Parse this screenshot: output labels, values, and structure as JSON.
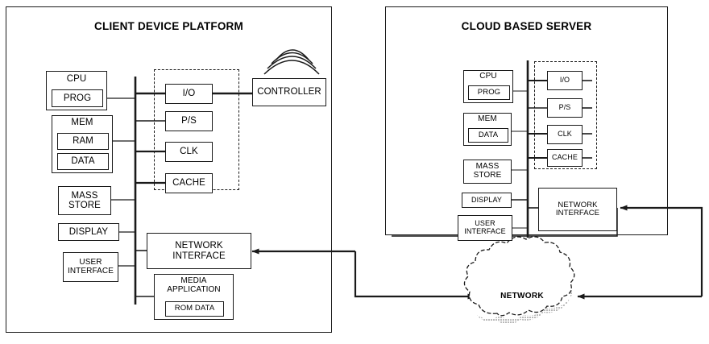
{
  "figure": {
    "type": "block-diagram",
    "panels": [
      {
        "id": "client",
        "title": "CLIENT DEVICE PLATFORM",
        "blocks": [
          {
            "name": "cpu",
            "label": "CPU",
            "inner": "PROG"
          },
          {
            "name": "mem",
            "label": "MEM",
            "inner_1": "RAM",
            "inner_2": "DATA"
          },
          {
            "name": "mass-store",
            "label_1": "MASS",
            "label_2": "STORE"
          },
          {
            "name": "display",
            "label": "DISPLAY"
          },
          {
            "name": "user-interface",
            "label_1": "USER",
            "label_2": "INTERFACE"
          },
          {
            "name": "io",
            "label": "I/O"
          },
          {
            "name": "ps",
            "label": "P/S"
          },
          {
            "name": "clk",
            "label": "CLK"
          },
          {
            "name": "cache",
            "label": "CACHE"
          },
          {
            "name": "controller",
            "label": "CONTROLLER"
          },
          {
            "name": "network-interface",
            "label_1": "NETWORK",
            "label_2": "INTERFACE"
          },
          {
            "name": "media-application",
            "label_1": "MEDIA",
            "label_2": "APPLICATION",
            "inner": "ROM DATA"
          }
        ]
      },
      {
        "id": "server",
        "title": "CLOUD BASED SERVER",
        "blocks": [
          {
            "name": "cpu",
            "label": "CPU",
            "inner": "PROG"
          },
          {
            "name": "mem",
            "label": "MEM",
            "inner": "DATA"
          },
          {
            "name": "mass-store",
            "label_1": "MASS",
            "label_2": "STORE"
          },
          {
            "name": "display",
            "label": "DISPLAY"
          },
          {
            "name": "user-interface",
            "label_1": "USER",
            "label_2": "INTERFACE"
          },
          {
            "name": "io",
            "label": "I/O"
          },
          {
            "name": "ps",
            "label": "P/S"
          },
          {
            "name": "clk",
            "label": "CLK"
          },
          {
            "name": "cache",
            "label": "CACHE"
          },
          {
            "name": "network-interface",
            "label_1": "NETWORK",
            "label_2": "INTERFACE"
          }
        ]
      }
    ],
    "network": {
      "label": "NETWORK"
    },
    "colors": {
      "line": "#1a1a1a",
      "background": "#ffffff"
    }
  },
  "client": {
    "title": "CLIENT DEVICE PLATFORM",
    "cpu": {
      "label": "CPU",
      "prog": "PROG"
    },
    "mem": {
      "label": "MEM",
      "ram": "RAM",
      "data": "DATA"
    },
    "mass_store": {
      "line1": "MASS",
      "line2": "STORE"
    },
    "display": {
      "label": "DISPLAY"
    },
    "user_interface": {
      "line1": "USER",
      "line2": "INTERFACE"
    },
    "io": {
      "label": "I/O"
    },
    "ps": {
      "label": "P/S"
    },
    "clk": {
      "label": "CLK"
    },
    "cache": {
      "label": "CACHE"
    },
    "controller": {
      "label": "CONTROLLER"
    },
    "network_interface": {
      "line1": "NETWORK",
      "line2": "INTERFACE"
    },
    "media_application": {
      "line1": "MEDIA",
      "line2": "APPLICATION",
      "rom_data": "ROM DATA"
    }
  },
  "server": {
    "title": "CLOUD BASED SERVER",
    "cpu": {
      "label": "CPU",
      "prog": "PROG"
    },
    "mem": {
      "label": "MEM",
      "data": "DATA"
    },
    "mass_store": {
      "line1": "MASS",
      "line2": "STORE"
    },
    "display": {
      "label": "DISPLAY"
    },
    "user_interface": {
      "line1": "USER",
      "line2": "INTERFACE"
    },
    "io": {
      "label": "I/O"
    },
    "ps": {
      "label": "P/S"
    },
    "clk": {
      "label": "CLK"
    },
    "cache": {
      "label": "CACHE"
    },
    "network_interface": {
      "line1": "NETWORK",
      "line2": "INTERFACE"
    }
  },
  "network": {
    "label": "NETWORK"
  }
}
